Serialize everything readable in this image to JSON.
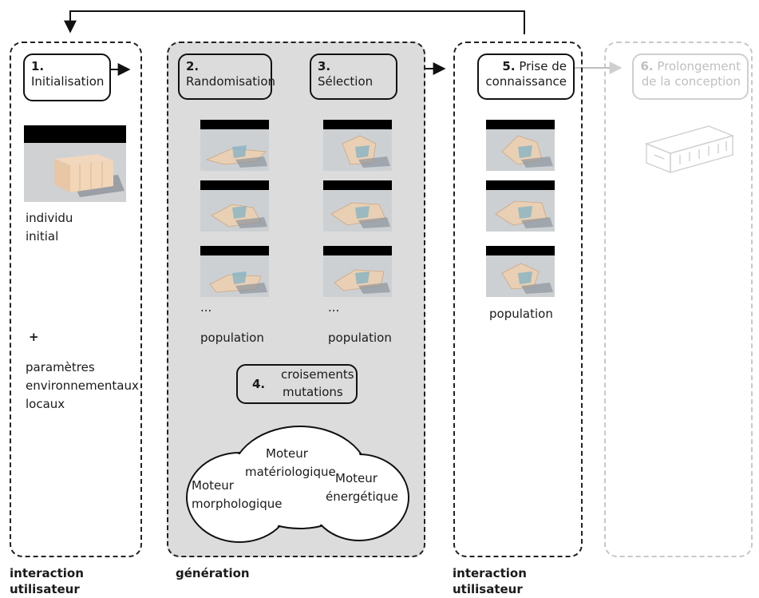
{
  "lanes": [
    {
      "caption_line1": "interaction",
      "caption_line2": "utilisateur"
    },
    {
      "caption_line1": "génération"
    },
    {
      "caption_line1": "interaction",
      "caption_line2": "utilisateur"
    }
  ],
  "steps": {
    "s1": {
      "num": "1.",
      "label": "Initialisation"
    },
    "s2": {
      "num": "2.",
      "label": "Randomisation"
    },
    "s3": {
      "num": "3.",
      "label": "Sélection"
    },
    "s4": {
      "num": "4.",
      "label_line1": "croisements",
      "label_line2": "mutations"
    },
    "s5": {
      "num": "5.",
      "label_line1": "Prise de",
      "label_line2": "connaissance"
    },
    "s6": {
      "num": "6.",
      "label_line1": "Prolongement",
      "label_line2": "de la conception"
    }
  },
  "lane1": {
    "individual_line1": "individu",
    "individual_line2": "initial",
    "plus": "+",
    "params_line1": "paramètres",
    "params_line2": "environnementaux",
    "params_line3": "locaux"
  },
  "lane2": {
    "ellipsis_left": "...",
    "ellipsis_right": "...",
    "population_left": "population",
    "population_right": "population",
    "engines": {
      "morpho_line1": "Moteur",
      "morpho_line2": "morphologique",
      "materio_line1": "Moteur",
      "materio_line2": "matériologique",
      "energy_line1": "Moteur",
      "energy_line2": "énergétique"
    }
  },
  "lane3": {
    "population": "population"
  },
  "colors": {
    "gen_bg": "#dcdcdc",
    "faded": "#c8c8c8",
    "line": "#111111"
  }
}
